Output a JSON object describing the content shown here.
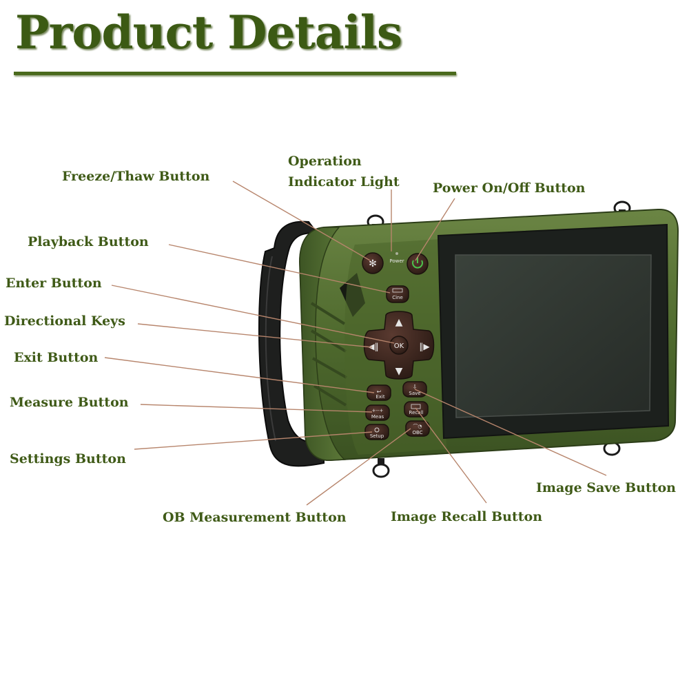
{
  "header": {
    "title": "Product Details"
  },
  "device": {
    "power_label": "Power",
    "buttons": {
      "cine": "Cine",
      "ok": "OK",
      "exit": "Exit",
      "save": "Save",
      "meas": "Meas",
      "recall": "Recall",
      "setup": "Setup",
      "obc": "OBC"
    }
  },
  "labels": {
    "freeze": "Freeze/Thaw Button",
    "operation_line1": "Operation",
    "operation_line2": "Indicator Light",
    "power": "Power On/Off Button",
    "playback": "Playback Button",
    "enter": "Enter Button",
    "directional": "Directional Keys",
    "exit": "Exit Button",
    "measure": "Measure Button",
    "settings": "Settings Button",
    "ob_measurement": "OB Measurement Button",
    "image_recall": "Image Recall Button",
    "image_save": "Image Save Button"
  },
  "colors": {
    "title": "#3c5a14",
    "label": "#3f5a17",
    "leader": "#b7856c",
    "device_body": "#4f6a2e",
    "screen": "#2f3530"
  }
}
